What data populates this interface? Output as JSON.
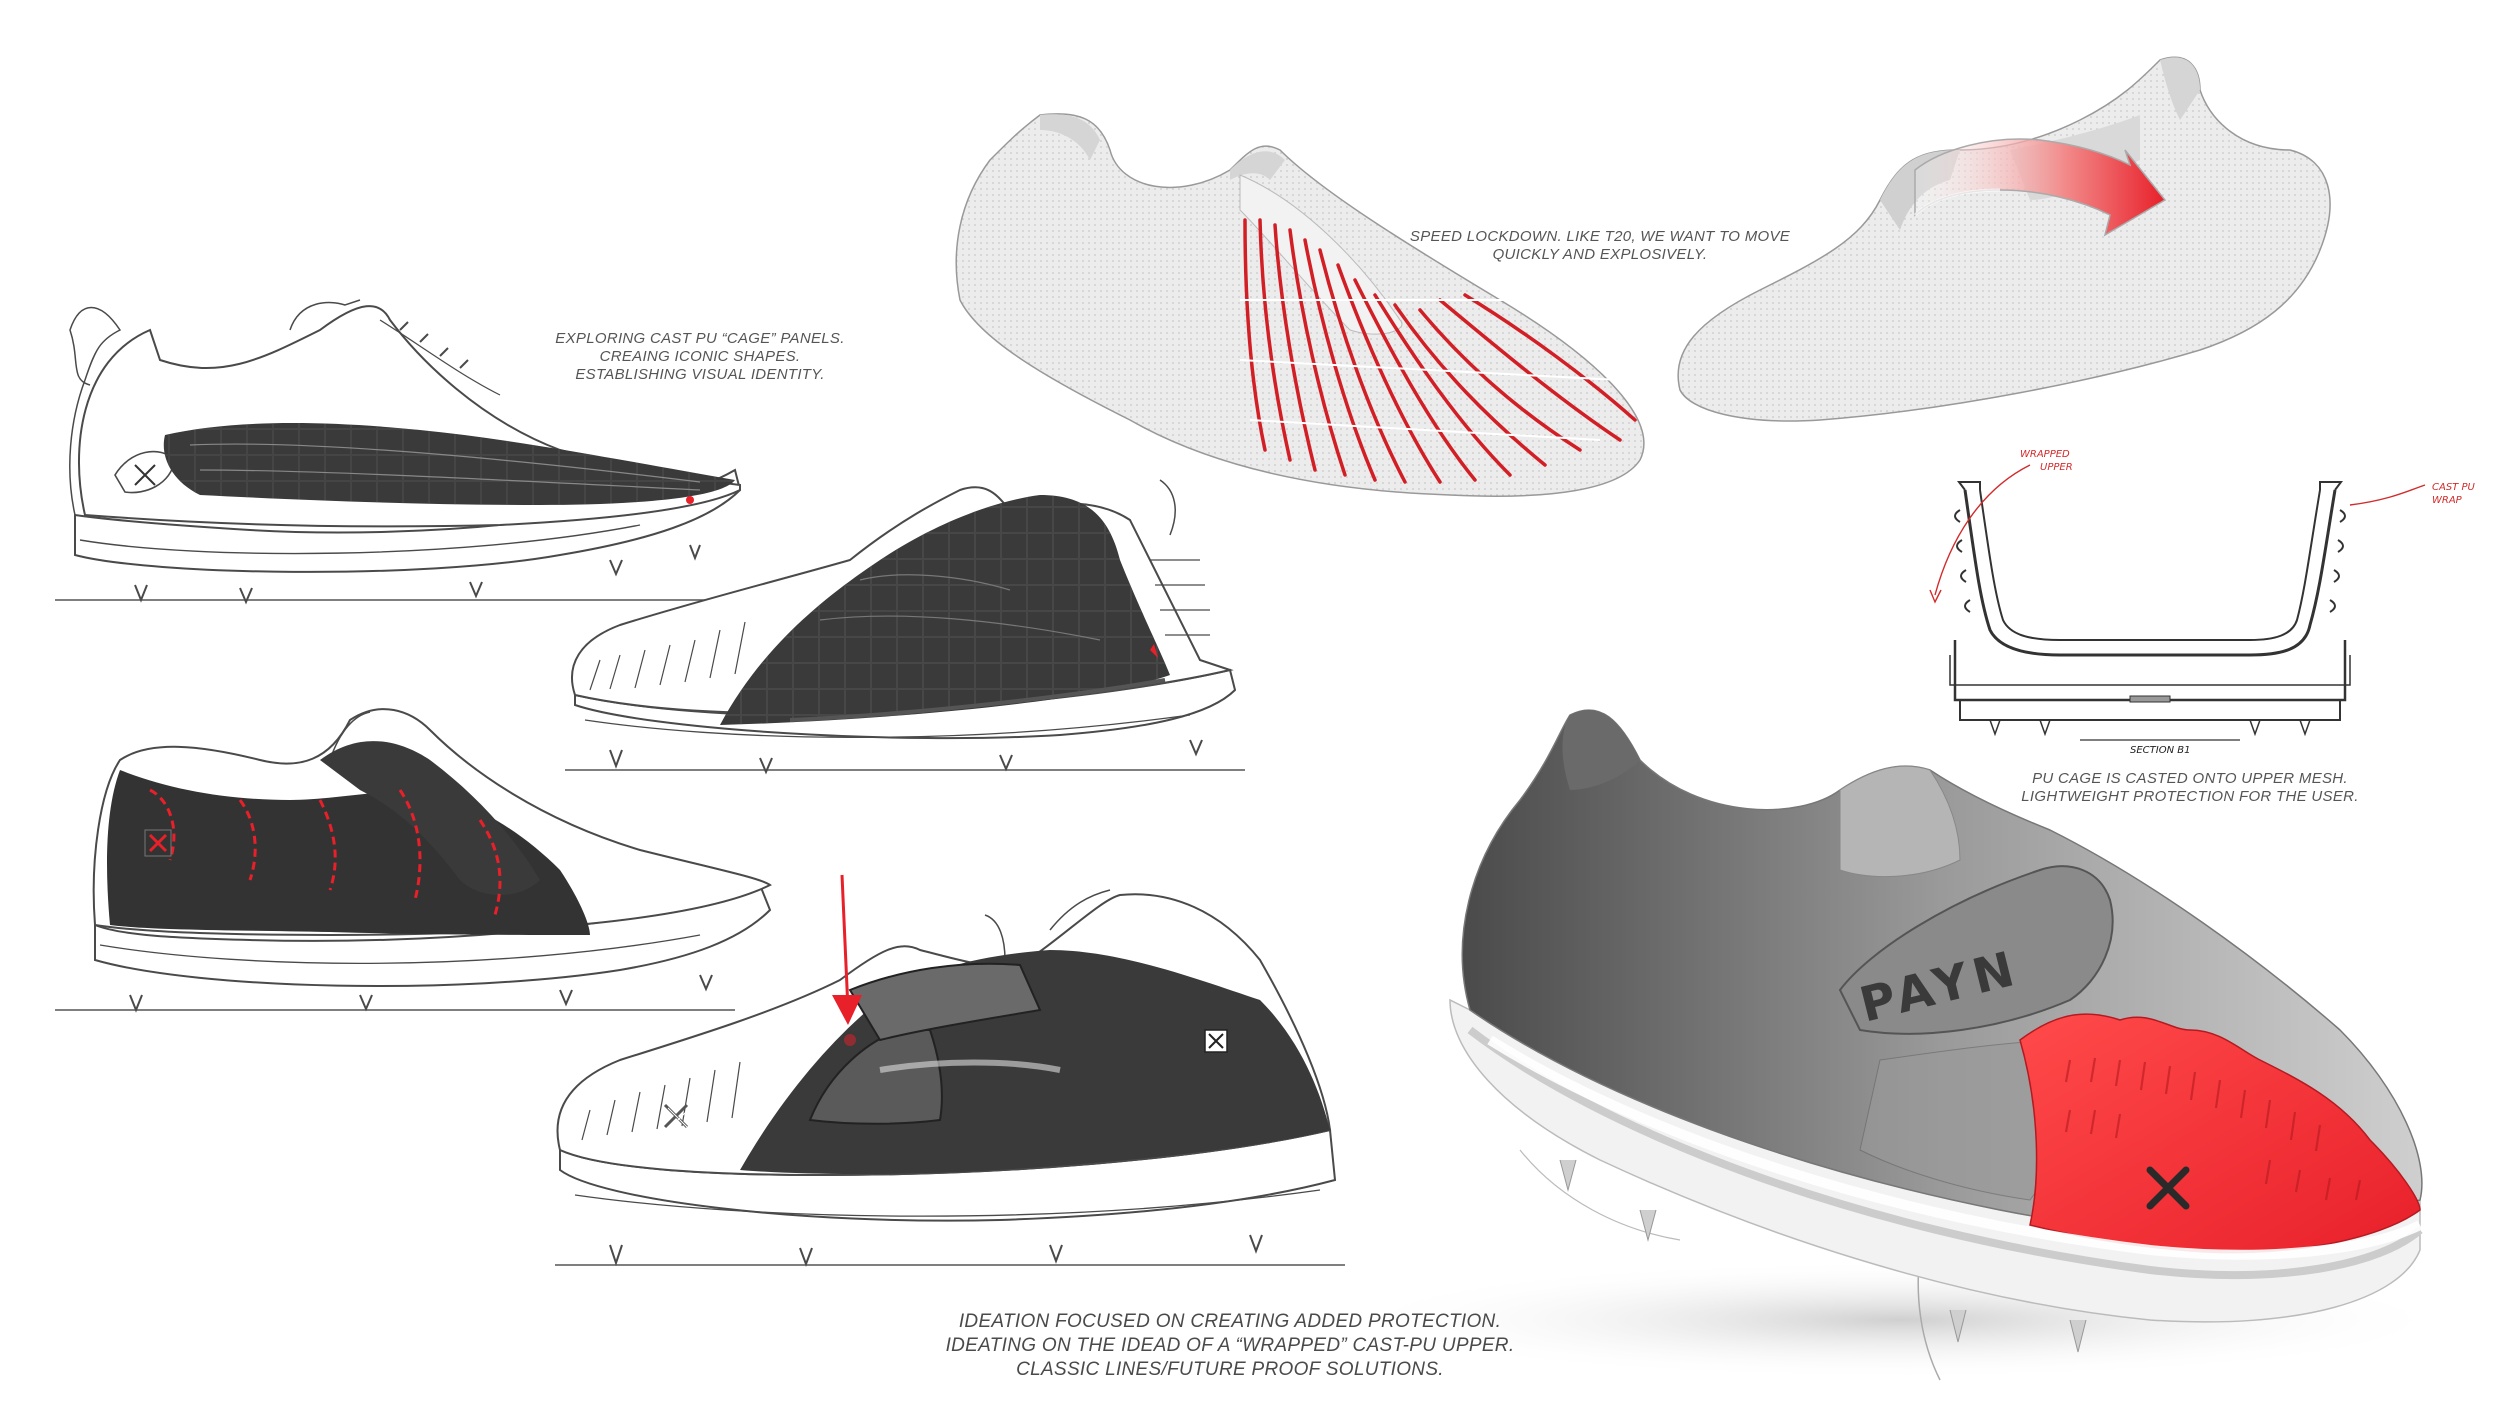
{
  "notes": {
    "cage_panels": [
      "EXPLORING CAST PU “CAGE” PANELS.",
      "CREAING ICONIC SHAPES.",
      "ESTABLISHING VISUAL IDENTITY."
    ],
    "speed_lockdown": [
      "SPEED LOCKDOWN. LIKE T20, WE WANT TO MOVE",
      "QUICKLY AND EXPLOSIVELY."
    ],
    "pu_cage": [
      "PU CAGE IS CASTED ONTO UPPER MESH.",
      "LIGHTWEIGHT PROTECTION FOR THE USER."
    ],
    "ideation": [
      "IDEATION FOCUSED ON CREATING ADDED PROTECTION.",
      "IDEATING ON THE IDEAD OF A “WRAPPED” CAST-PU UPPER.",
      "CLASSIC LINES/FUTURE PROOF SOLUTIONS."
    ]
  },
  "section_diagram": {
    "callout_left": [
      "WRAPPED",
      "UPPER"
    ],
    "callout_right": [
      "CAST PU",
      "WRAP"
    ],
    "section_label": "SECTION B1"
  },
  "render": {
    "brand_text": "PAYN"
  },
  "colors": {
    "accent_red": "#e8202a",
    "cage_dark": "#3a3a3a",
    "sketch_line": "#4a4a4a",
    "mesh_grey": "#e6e6e6"
  }
}
